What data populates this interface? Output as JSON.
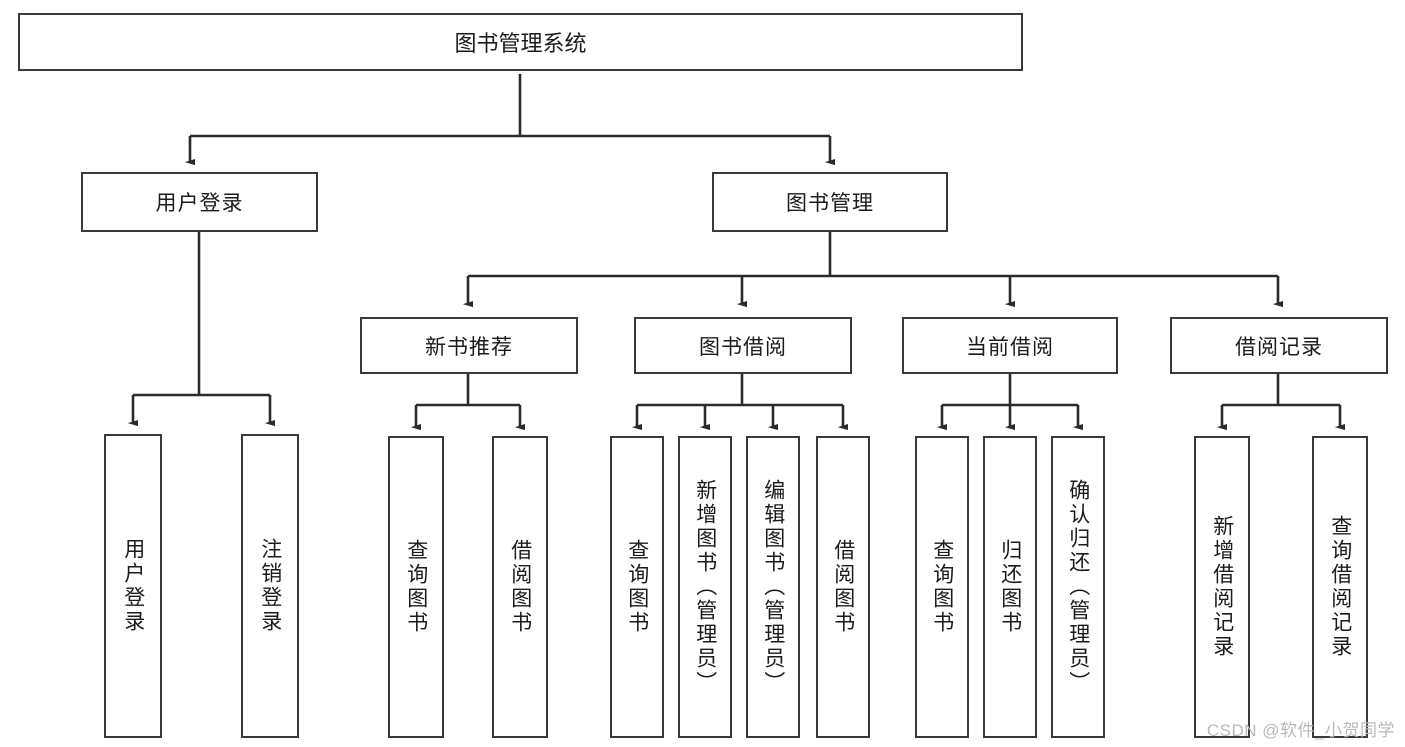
{
  "diagram": {
    "title": "图书管理系统",
    "style": {
      "box_border": "#3a3a3a",
      "box_fill": "#ffffff",
      "line": "#2b2b2b",
      "text": "#1b1b1b",
      "background": "#ffffff",
      "watermark_color": "#b9b9b9"
    },
    "root": {
      "label": "图书管理系统"
    },
    "level2": [
      {
        "label": "用户登录"
      },
      {
        "label": "图书管理"
      }
    ],
    "level3": [
      {
        "label": "新书推荐"
      },
      {
        "label": "图书借阅"
      },
      {
        "label": "当前借阅"
      },
      {
        "label": "借阅记录"
      }
    ],
    "leaves": {
      "user_login": [
        {
          "label": "用户登录"
        },
        {
          "label": "注销登录"
        }
      ],
      "new_book_recommend": [
        {
          "label": "查询图书"
        },
        {
          "label": "借阅图书"
        }
      ],
      "book_borrow": [
        {
          "label": "查询图书"
        },
        {
          "label": "新增图书（管理员）"
        },
        {
          "label": "编辑图书（管理员）"
        },
        {
          "label": "借阅图书"
        }
      ],
      "current_borrow": [
        {
          "label": "查询图书"
        },
        {
          "label": "归还图书"
        },
        {
          "label": "确认归还（管理员）"
        }
      ],
      "borrow_records": [
        {
          "label": "新增借阅记录"
        },
        {
          "label": "查询借阅记录"
        }
      ]
    },
    "watermark": "CSDN @软件_小贺同学"
  }
}
